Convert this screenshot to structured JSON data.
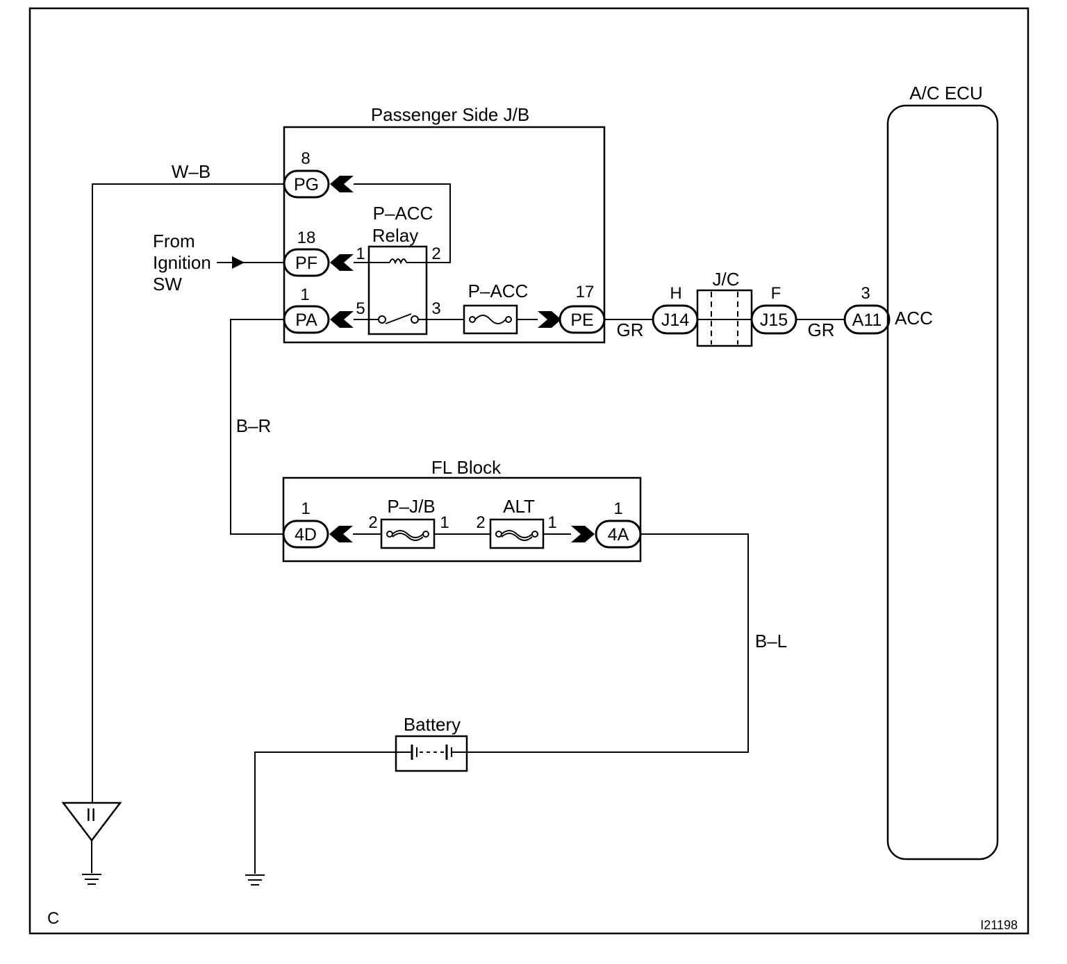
{
  "jb": {
    "title": "Passenger Side J/B",
    "pg": {
      "pin": "8",
      "name": "PG"
    },
    "pf": {
      "pin": "18",
      "name": "PF"
    },
    "pa": {
      "pin": "1",
      "name": "PA"
    },
    "pe": {
      "pin": "17",
      "name": "PE"
    },
    "relay": {
      "title1": "P–ACC",
      "title2": "Relay",
      "pin1": "1",
      "pin2": "2",
      "pin3": "3",
      "pin5": "5"
    },
    "fuse": "P–ACC"
  },
  "wires": {
    "wb": "W–B",
    "br": "B–R",
    "gr1": "GR",
    "gr2": "GR",
    "bl": "B–L"
  },
  "ignition": {
    "line1": "From",
    "line2": "Ignition",
    "line3": "SW"
  },
  "jc": {
    "title": "J/C",
    "j14": {
      "pin": "H",
      "name": "J14"
    },
    "j15": {
      "pin": "F",
      "name": "J15"
    }
  },
  "ecu": {
    "title": "A/C ECU",
    "pin": "3",
    "name": "A11",
    "terminal": "ACC"
  },
  "fl": {
    "title": "FL Block",
    "c4d": {
      "pin": "1",
      "name": "4D"
    },
    "c4a": {
      "pin": "1",
      "name": "4A"
    },
    "pjb": {
      "label": "P–J/B",
      "pinL": "2",
      "pinR": "1"
    },
    "alt": {
      "label": "ALT",
      "pinL": "2",
      "pinR": "1"
    }
  },
  "battery": "Battery",
  "ground_symbol": "II",
  "corner_letter": "C",
  "figure_id": "I21198"
}
